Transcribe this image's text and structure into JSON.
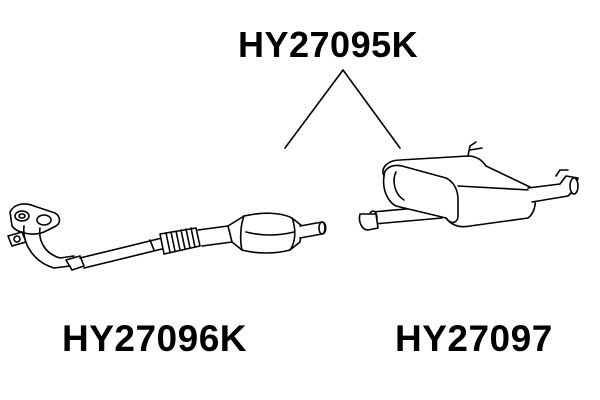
{
  "labels": {
    "kit": "HY27095K",
    "front_part": "HY27096K",
    "rear_part": "HY27097"
  },
  "colors": {
    "line": "#000000",
    "fill": "#ffffff"
  }
}
